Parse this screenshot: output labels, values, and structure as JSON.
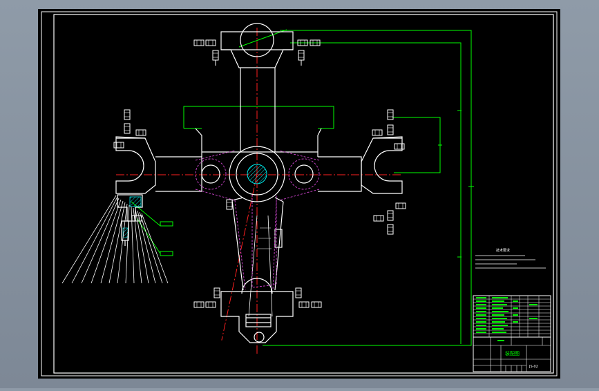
{
  "drawing": {
    "notes_title": "技术要求",
    "drawing_title": "装配图",
    "drawing_number": "JS-02",
    "colors": {
      "viewport": "#000000",
      "frame": "#ffffff",
      "part_outline": "#ffffff",
      "centerline": "#ff2020",
      "dimension": "#00ff00",
      "hidden_line": "#c040c0",
      "callout": "#ffffff",
      "hatch": "#00e5e5"
    }
  }
}
